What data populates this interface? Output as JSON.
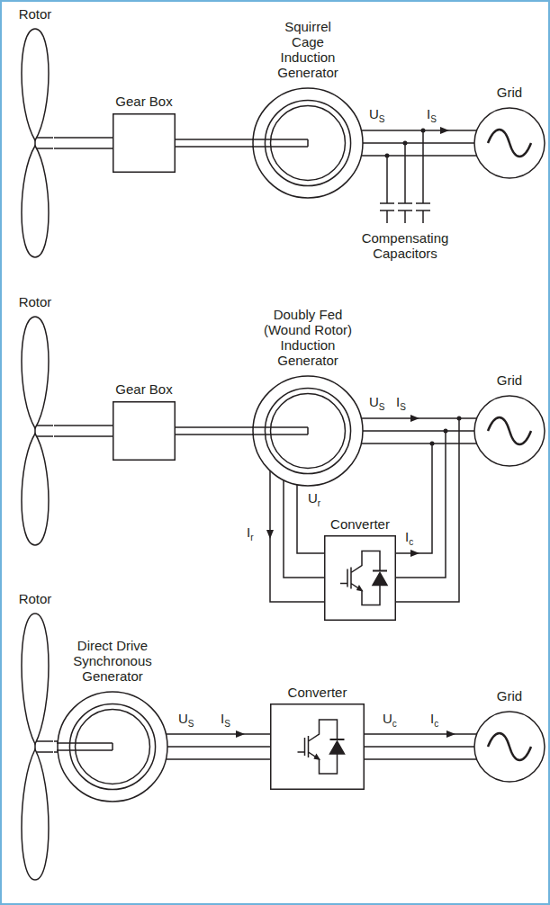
{
  "diagram": {
    "nodes": [
      {
        "text": [
          "Rotor"
        ]
      },
      {
        "text": [
          "Gear Box"
        ]
      },
      {
        "text": [
          "Squirrel Cage Induction Generator"
        ]
      },
      {
        "text": [
          "Grid"
        ]
      },
      {
        "text": [
          "Rotor"
        ]
      },
      {
        "text": [
          "Gear Box"
        ]
      },
      {
        "text": [
          "Doubly Fed (Wound Rotor) Induction Generator"
        ]
      },
      {
        "text": [
          "Converter"
        ]
      },
      {
        "text": [
          "Grid"
        ]
      },
      {
        "text": [
          "Rotor"
        ]
      },
      {
        "text": [
          "Direct Drive Synchronous Generator"
        ]
      },
      {
        "text": [
          "Converter"
        ]
      },
      {
        "text": [
          "Grid"
        ]
      }
    ],
    "edges": [
      {
        "from": 0,
        "to": 1,
        "arrow": "none"
      },
      {
        "from": 1,
        "to": 2,
        "arrow": "none"
      },
      {
        "from": 2,
        "to": 3,
        "arrow": "none"
      },
      {
        "from": 4,
        "to": 5,
        "arrow": "none"
      },
      {
        "from": 5,
        "to": 6,
        "arrow": "none"
      },
      {
        "from": 6,
        "to": 8,
        "arrow": "none"
      },
      {
        "from": 6,
        "to": 7,
        "arrow": "none"
      },
      {
        "from": 7,
        "to": 8,
        "arrow": "none"
      },
      {
        "from": 9,
        "to": 10,
        "arrow": "none"
      },
      {
        "from": 10,
        "to": 11,
        "arrow": "none"
      },
      {
        "from": 11,
        "to": 12,
        "arrow": "none"
      }
    ],
    "labels": [
      "US",
      "IS",
      "Compensating Capacitors",
      "US",
      "IS",
      "Ur",
      "Ir",
      "Ic",
      "US",
      "IS",
      "Uc",
      "Ic"
    ]
  }
}
